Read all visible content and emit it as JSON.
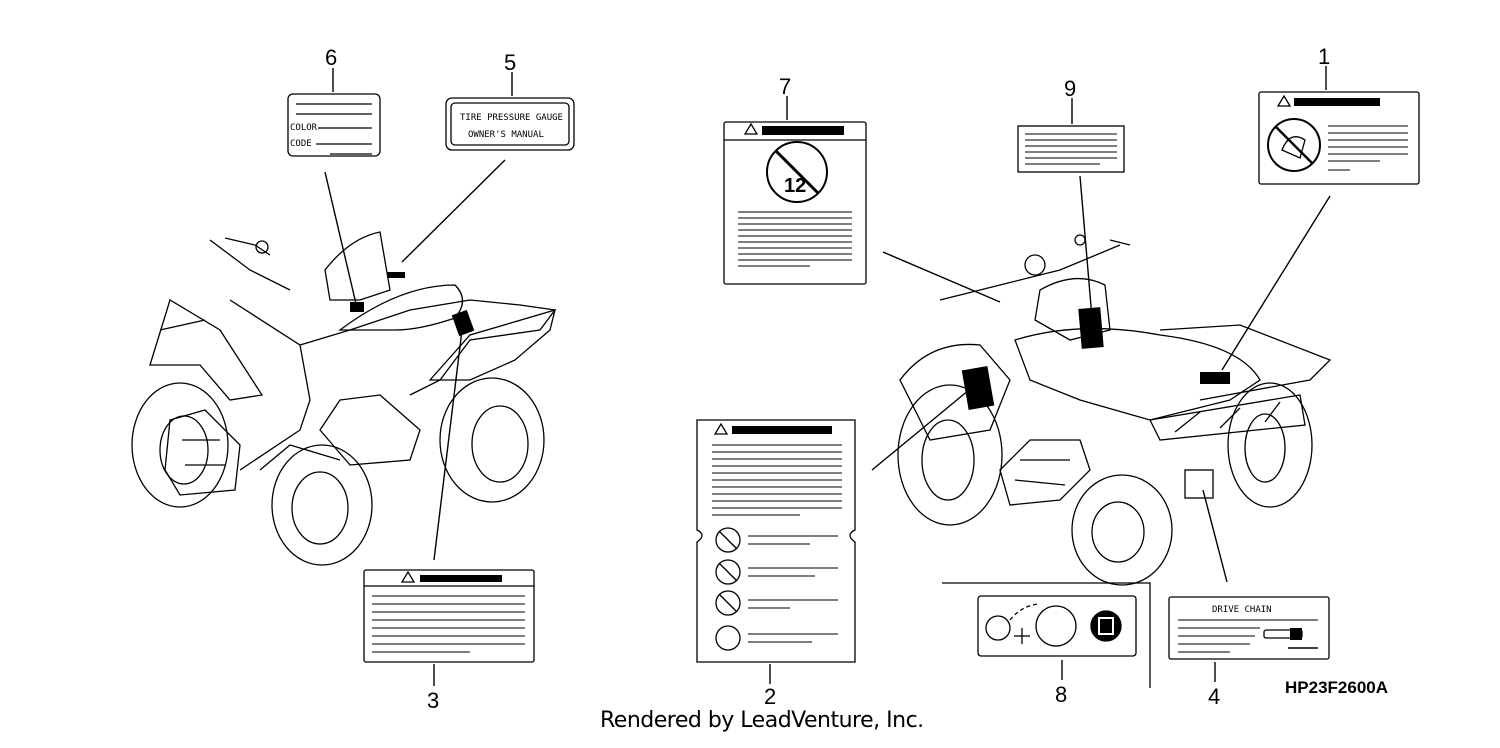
{
  "callouts": {
    "c1": "1",
    "c2": "2",
    "c3": "3",
    "c4": "4",
    "c5": "5",
    "c6": "6",
    "c7": "7",
    "c8": "8",
    "c9": "9"
  },
  "labels": {
    "tire_pressure_line1": "TIRE PRESSURE GAUGE",
    "tire_pressure_line2": "OWNER'S MANUAL",
    "color_field": "COLOR",
    "code_field": "CODE",
    "drive_chain": "DRIVE CHAIN",
    "age_warning_number": "12"
  },
  "footer": {
    "rendered_by": "Rendered by LeadVenture, Inc."
  },
  "part_code": "HP23F2600A",
  "colors": {
    "ink": "#000000",
    "background": "#ffffff"
  }
}
